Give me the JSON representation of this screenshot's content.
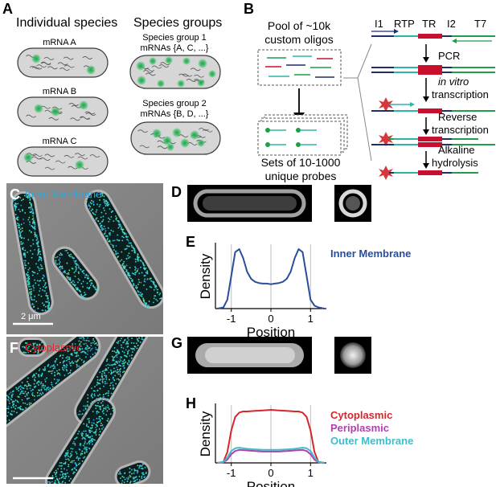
{
  "panel_letters": {
    "a": "A",
    "b": "B",
    "c": "C",
    "d": "D",
    "e": "E",
    "f": "F",
    "g": "G",
    "h": "H"
  },
  "panelA": {
    "left_title": "Individual species",
    "right_title": "Species groups",
    "cells": [
      "mRNA A",
      "mRNA B",
      "mRNA C"
    ],
    "group1": {
      "name": "Species group 1",
      "mrnas": "mRNAs {A, C, ...}"
    },
    "group2": {
      "name": "Species group 2",
      "mrnas": "mRNAs {B, D, ...}"
    },
    "colors": {
      "cell_fill": "#d6d6d6",
      "cell_stroke": "#3a3a3a",
      "spot": "#2fb25a"
    }
  },
  "panelB": {
    "pool_line1": "Pool of ~10k",
    "pool_line2": "custom oligos",
    "sets_line1": "Sets of 10-1000",
    "sets_line2": "unique probes",
    "labels": {
      "i1": "I1",
      "rtp": "RTP",
      "tr": "TR",
      "i2": "I2",
      "t7": "T7"
    },
    "steps": {
      "pcr": "PCR",
      "ivt_italic": "in vitro",
      "ivt": "transcription",
      "rt1": "Reverse",
      "rt2": "transcription",
      "ah1": "Alkaline",
      "ah2": "hydrolysis"
    },
    "colors": {
      "navy": "#1f2d6b",
      "teal": "#2bb6a8",
      "red": "#c8102e",
      "green": "#1f9e4a",
      "star": "#d6363c"
    }
  },
  "panelC": {
    "title": "Inner Membrane",
    "title_color": "#2aa8e0",
    "scalebar": "2 μm"
  },
  "panelF": {
    "title": "Cytoplasmic",
    "title_color": "#e0282c"
  },
  "panelE": {
    "chart_data": {
      "type": "line",
      "xlabel": "Position",
      "ylabel": "Density",
      "x_ticks": [
        "-1",
        "0",
        "1"
      ],
      "xlim": [
        -1.4,
        1.4
      ],
      "series": [
        {
          "name": "Inner Membrane",
          "color": "#2a4d9b",
          "x": [
            -1.35,
            -1.2,
            -1.1,
            -1.0,
            -0.9,
            -0.8,
            -0.7,
            -0.6,
            -0.5,
            -0.4,
            -0.3,
            -0.2,
            -0.1,
            0,
            0.1,
            0.2,
            0.3,
            0.4,
            0.5,
            0.6,
            0.7,
            0.8,
            0.9,
            1.0,
            1.1,
            1.2,
            1.35
          ],
          "y": [
            0.0,
            0.02,
            0.15,
            0.55,
            0.95,
            1.0,
            0.85,
            0.62,
            0.5,
            0.45,
            0.43,
            0.42,
            0.42,
            0.41,
            0.42,
            0.43,
            0.45,
            0.5,
            0.62,
            0.85,
            1.0,
            0.95,
            0.55,
            0.15,
            0.05,
            0.02,
            0.0
          ]
        }
      ]
    }
  },
  "panelH": {
    "chart_data": {
      "type": "line",
      "xlabel": "Position",
      "ylabel": "Density",
      "x_ticks": [
        "-1",
        "0",
        "1"
      ],
      "xlim": [
        -1.4,
        1.4
      ],
      "series": [
        {
          "name": "Cytoplasmic",
          "color": "#d7262b",
          "x": [
            -1.35,
            -1.2,
            -1.1,
            -1.0,
            -0.9,
            -0.8,
            -0.7,
            -0.6,
            -0.4,
            -0.2,
            0,
            0.2,
            0.4,
            0.6,
            0.7,
            0.8,
            0.9,
            1.0,
            1.1,
            1.2,
            1.35
          ],
          "y": [
            0.0,
            0.02,
            0.2,
            0.6,
            0.85,
            0.93,
            0.95,
            0.95,
            0.96,
            0.97,
            0.98,
            0.97,
            0.96,
            0.95,
            0.95,
            0.93,
            0.85,
            0.6,
            0.2,
            0.02,
            0.0
          ]
        },
        {
          "name": "Periplasmic",
          "color": "#b23fb0",
          "x": [
            -1.35,
            -1.2,
            -1.1,
            -1.0,
            -0.9,
            -0.8,
            -0.6,
            -0.4,
            -0.2,
            0,
            0.2,
            0.4,
            0.6,
            0.8,
            0.9,
            1.0,
            1.1,
            1.2,
            1.35
          ],
          "y": [
            0.0,
            0.01,
            0.06,
            0.16,
            0.22,
            0.24,
            0.23,
            0.22,
            0.21,
            0.21,
            0.21,
            0.22,
            0.23,
            0.24,
            0.22,
            0.16,
            0.06,
            0.01,
            0.0
          ]
        },
        {
          "name": "Outer Membrane",
          "color": "#3fbccb",
          "x": [
            -1.35,
            -1.2,
            -1.1,
            -1.0,
            -0.9,
            -0.8,
            -0.6,
            -0.4,
            -0.2,
            0,
            0.2,
            0.4,
            0.6,
            0.8,
            0.9,
            1.0,
            1.1,
            1.2,
            1.35
          ],
          "y": [
            0.0,
            0.02,
            0.1,
            0.22,
            0.27,
            0.28,
            0.26,
            0.25,
            0.24,
            0.24,
            0.24,
            0.25,
            0.26,
            0.28,
            0.27,
            0.22,
            0.1,
            0.02,
            0.0
          ]
        }
      ]
    }
  }
}
